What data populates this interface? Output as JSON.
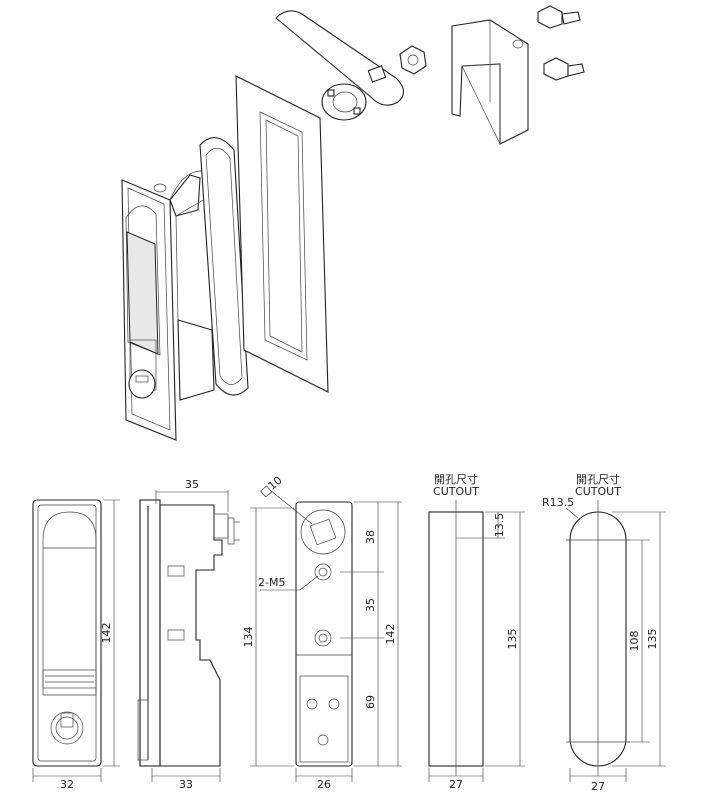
{
  "labels": {
    "cutout_cn_1": "開孔尺寸",
    "cutout_en_1": "CUTOUT",
    "cutout_cn_2": "開孔尺寸",
    "cutout_en_2": "CUTOUT",
    "m5": "2-M5",
    "sq10": "□10",
    "r135": "R13.5"
  },
  "dims": {
    "front_w": "32",
    "front_h": "142",
    "side_top": "35",
    "side_bottom": "33",
    "back_w": "26",
    "back_left": "134",
    "back_right": "142",
    "back_38": "38",
    "back_35": "35",
    "back_69": "69",
    "cut1_w": "27",
    "cut1_top": "13.5",
    "cut1_h": "135",
    "cut2_w": "27",
    "cut2_108": "108",
    "cut2_135": "135"
  }
}
